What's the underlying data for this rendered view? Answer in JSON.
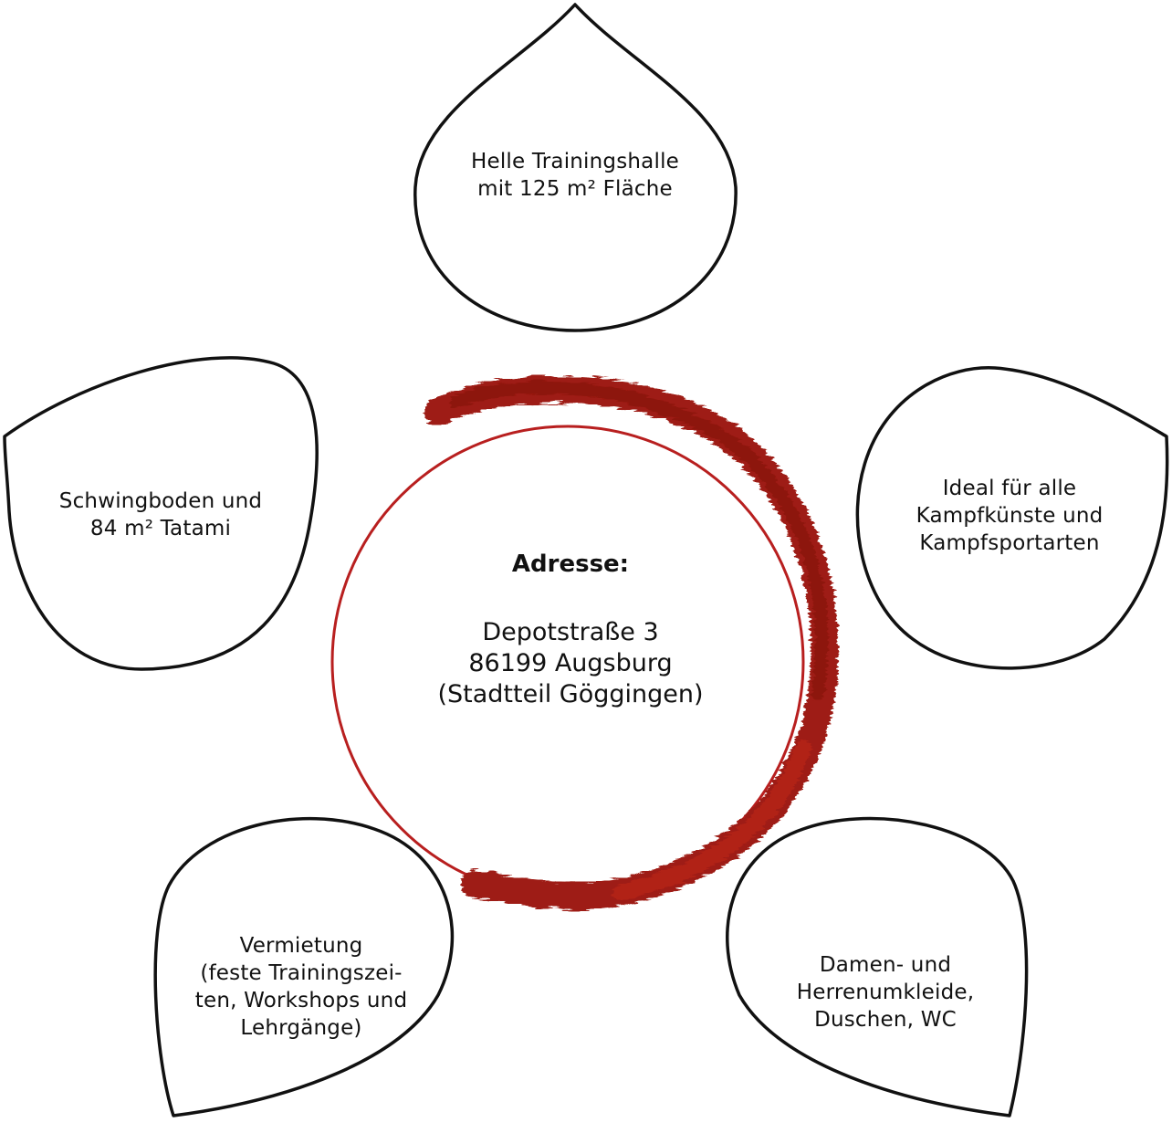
{
  "colors": {
    "outline": "#111111",
    "ring": "#b81f1f",
    "brush": "#9e1a12",
    "background": "#ffffff"
  },
  "center": {
    "heading": "Adresse:",
    "lines": [
      "Depotstraße 3",
      "86199 Augsburg",
      "(Stadtteil Göggingen)"
    ]
  },
  "petals": [
    {
      "id": "top",
      "lines": [
        "Helle Trainingshalle",
        "mit 125 m² Fläche"
      ]
    },
    {
      "id": "left",
      "lines": [
        "Schwingboden und",
        "84 m² Tatami"
      ]
    },
    {
      "id": "right",
      "lines": [
        "Ideal für alle",
        "Kampfkünste und",
        "Kampfsportarten"
      ]
    },
    {
      "id": "bottom-left",
      "lines": [
        "Vermietung",
        "(feste Trainingszei-",
        "ten, Workshops und",
        "Lehrgänge)"
      ]
    },
    {
      "id": "bottom-right",
      "lines": [
        "Damen- und",
        "Herrenumkleide,",
        "Duschen, WC"
      ]
    }
  ]
}
